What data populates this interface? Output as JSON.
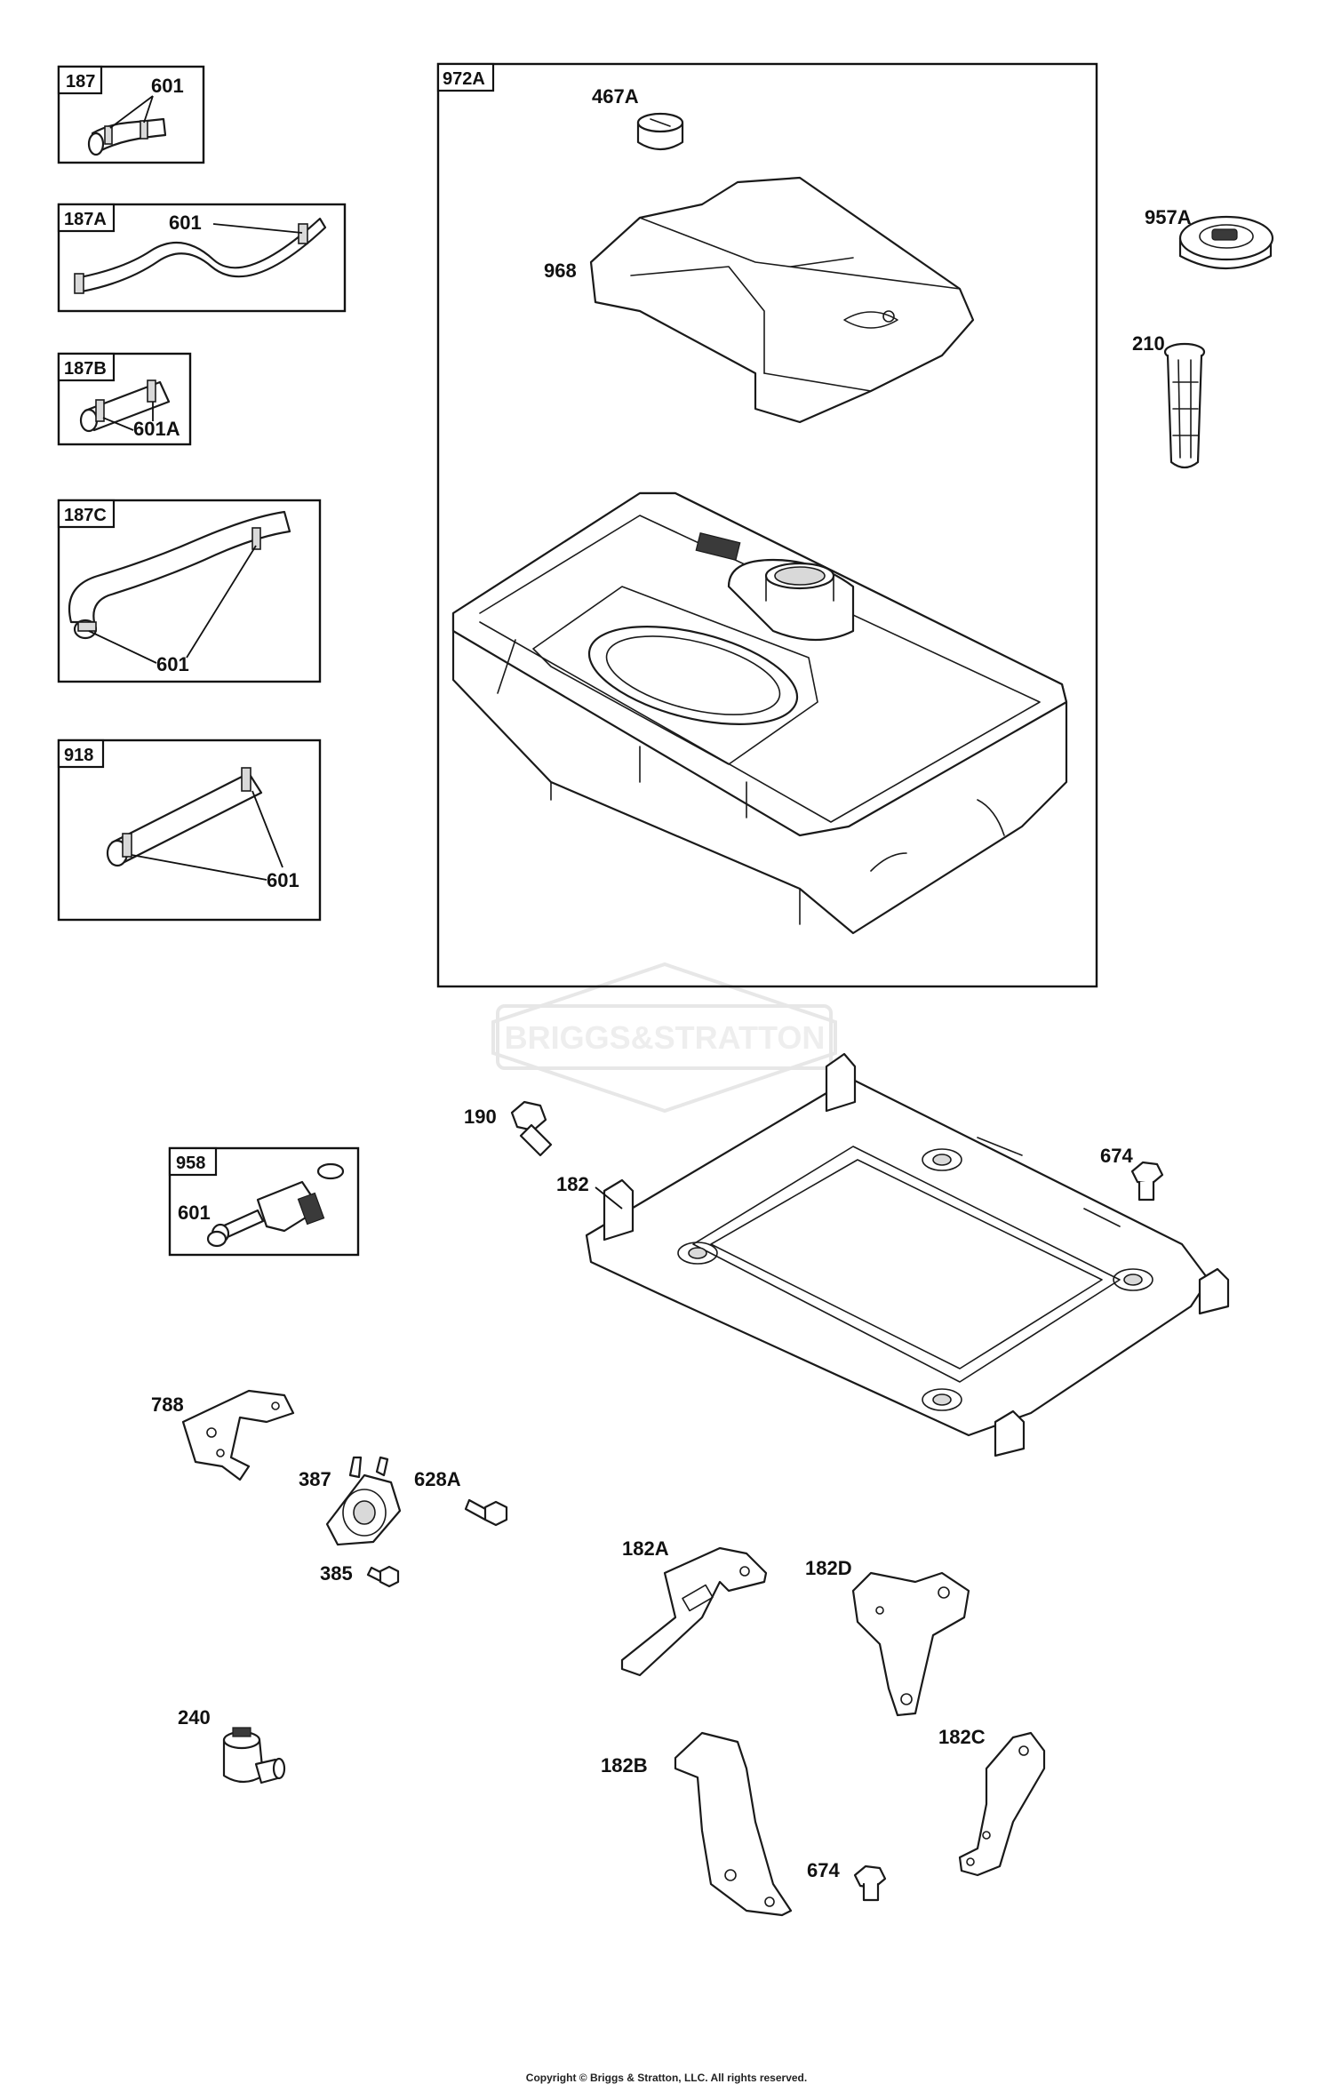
{
  "watermark": "BRIGGS&STRATTON",
  "copyright": "Copyright © Briggs & Stratton, LLC. All rights reserved.",
  "group_tags": {
    "g187": "187",
    "g187A": "187A",
    "g187B": "187B",
    "g187C": "187C",
    "g918": "918",
    "g972A": "972A",
    "g958": "958"
  },
  "callouts": {
    "c187_601": "601",
    "c187A_601": "601",
    "c187B_601A": "601A",
    "c187C_601": "601",
    "c918_601": "601",
    "c467A": "467A",
    "c968": "968",
    "c957A": "957A",
    "c210": "210",
    "c190": "190",
    "c182": "182",
    "c674_top": "674",
    "c958_601": "601",
    "c788": "788",
    "c387": "387",
    "c628A": "628A",
    "c385": "385",
    "c182A": "182A",
    "c182D": "182D",
    "c240": "240",
    "c182B": "182B",
    "c182C": "182C",
    "c674_bottom": "674"
  }
}
